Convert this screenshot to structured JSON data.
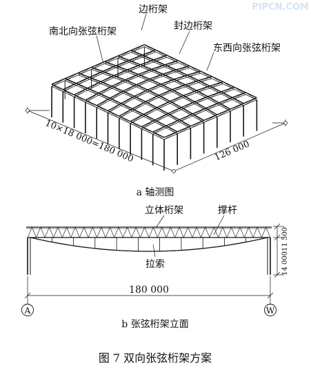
{
  "watermark": "PIPCN.COM",
  "colors": {
    "ink": "#111111",
    "watermark": "#d6e4ef"
  },
  "panel_a": {
    "labels": {
      "edge_truss": "边桁架",
      "ns_truss": "南北向张弦桁架",
      "seal_truss": "封边桁架",
      "ew_truss": "东西向张弦桁架"
    },
    "dim_long": "10×18 000=180 000",
    "dim_short": "126 000",
    "caption": "a  轴测图"
  },
  "panel_b": {
    "labels": {
      "space_truss": "立体桁架",
      "strut": "撑杆",
      "cable": "拉索"
    },
    "dim_height": "14 00011 500",
    "dim_span": "180 000",
    "axis_left": "A",
    "axis_right": "W",
    "caption": "b 张弦桁架立面"
  },
  "figure_caption": "图 7    双向张弦桁架方案"
}
